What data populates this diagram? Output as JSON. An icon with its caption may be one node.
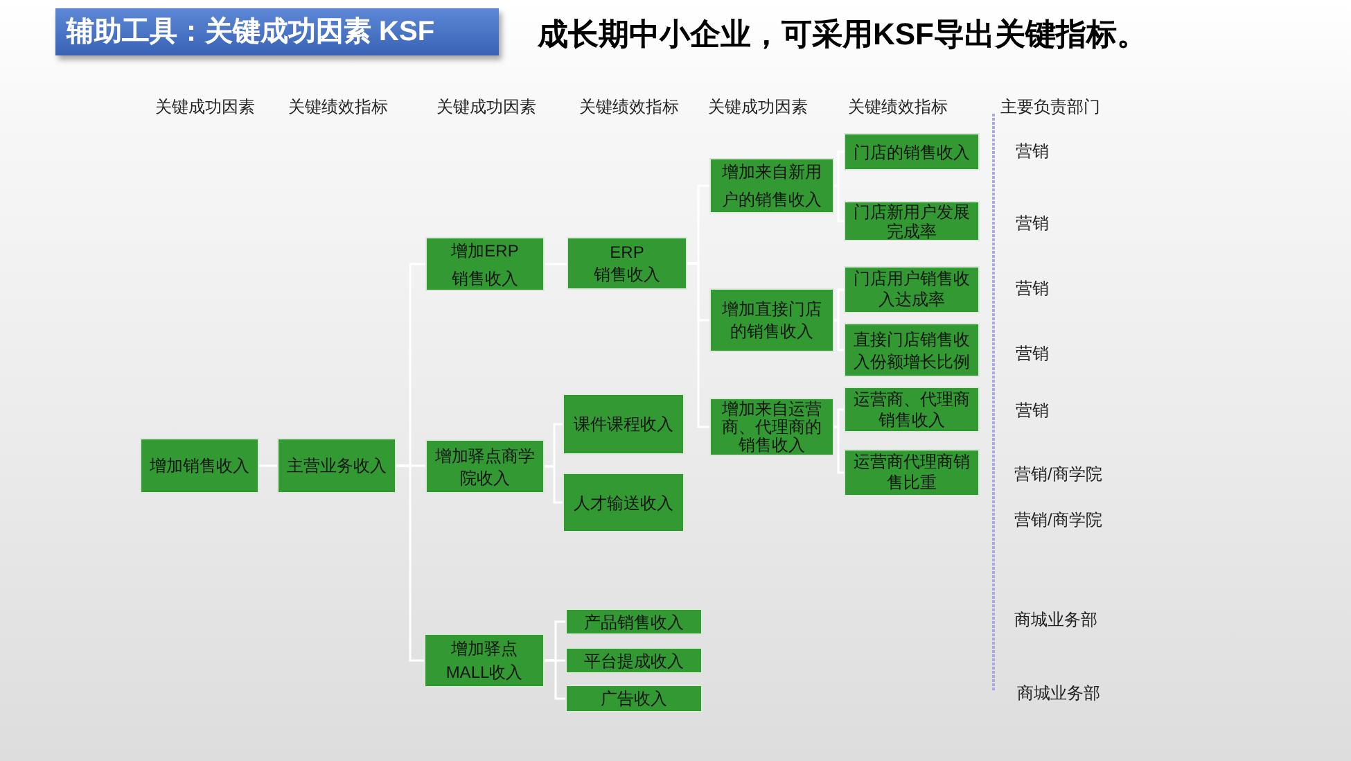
{
  "diagram": {
    "title": "辅助工具：关键成功因素 KSF",
    "nodes": [
      {
        "text": [
          "增加销售收入"
        ]
      },
      {
        "text": [
          "主营业务收入"
        ]
      },
      {
        "text": [
          "增加ERP 销售收入"
        ]
      },
      {
        "text": [
          "ERP 销售收入"
        ]
      },
      {
        "text": [
          "增加来自新用户的销售收入"
        ]
      },
      {
        "text": [
          "门店的销售收入"
        ]
      },
      {
        "text": [
          "门店新用户发展完成率"
        ]
      },
      {
        "text": [
          "增加直接门店的销售收入"
        ]
      },
      {
        "text": [
          "门店用户销售收入达成率"
        ]
      },
      {
        "text": [
          "直接门店销售收入份额增长比例"
        ]
      },
      {
        "text": [
          "增加来自运营商、代理商的销售收入"
        ]
      },
      {
        "text": [
          "运营商、代理商销售收入"
        ]
      },
      {
        "text": [
          "运营商代理商销售比重"
        ]
      },
      {
        "text": [
          "增加驿点商学院收入"
        ]
      },
      {
        "text": [
          "课件课程收入"
        ]
      },
      {
        "text": [
          "人才输送收入"
        ]
      },
      {
        "text": [
          "增加驿点 MALL收入"
        ]
      },
      {
        "text": [
          "产品销售收入"
        ]
      },
      {
        "text": [
          "平台提成收入"
        ]
      },
      {
        "text": [
          "广告收入"
        ]
      }
    ],
    "edges": [
      {
        "from": 0,
        "to": 1,
        "arrow": "none"
      },
      {
        "from": 1,
        "to": 2,
        "arrow": "none"
      },
      {
        "from": 1,
        "to": 13,
        "arrow": "none"
      },
      {
        "from": 1,
        "to": 16,
        "arrow": "none"
      },
      {
        "from": 2,
        "to": 3,
        "arrow": "none"
      },
      {
        "from": 3,
        "to": 4,
        "arrow": "none"
      },
      {
        "from": 3,
        "to": 7,
        "arrow": "none"
      },
      {
        "from": 3,
        "to": 10,
        "arrow": "none"
      },
      {
        "from": 4,
        "to": 5,
        "arrow": "none"
      },
      {
        "from": 4,
        "to": 6,
        "arrow": "none"
      },
      {
        "from": 7,
        "to": 8,
        "arrow": "none"
      },
      {
        "from": 7,
        "to": 9,
        "arrow": "none"
      },
      {
        "from": 10,
        "to": 11,
        "arrow": "none"
      },
      {
        "from": 10,
        "to": 12,
        "arrow": "none"
      },
      {
        "from": 13,
        "to": 14,
        "arrow": "none"
      },
      {
        "from": 13,
        "to": 15,
        "arrow": "none"
      },
      {
        "from": 16,
        "to": 17,
        "arrow": "none"
      },
      {
        "from": 16,
        "to": 18,
        "arrow": "none"
      },
      {
        "from": 16,
        "to": 19,
        "arrow": "none"
      }
    ],
    "labels": [
      "成长期中小企业，可采用KSF导出关键指标。",
      "关键成功因素",
      "关键绩效指标",
      "关键成功因素",
      "关键绩效指标",
      "关键成功因素",
      "关键绩效指标",
      "主要负责部门",
      "营销",
      "营销",
      "营销",
      "营销",
      "营销",
      "营销/商学院",
      "营销/商学院",
      "商城业务部",
      "商城业务部"
    ]
  }
}
